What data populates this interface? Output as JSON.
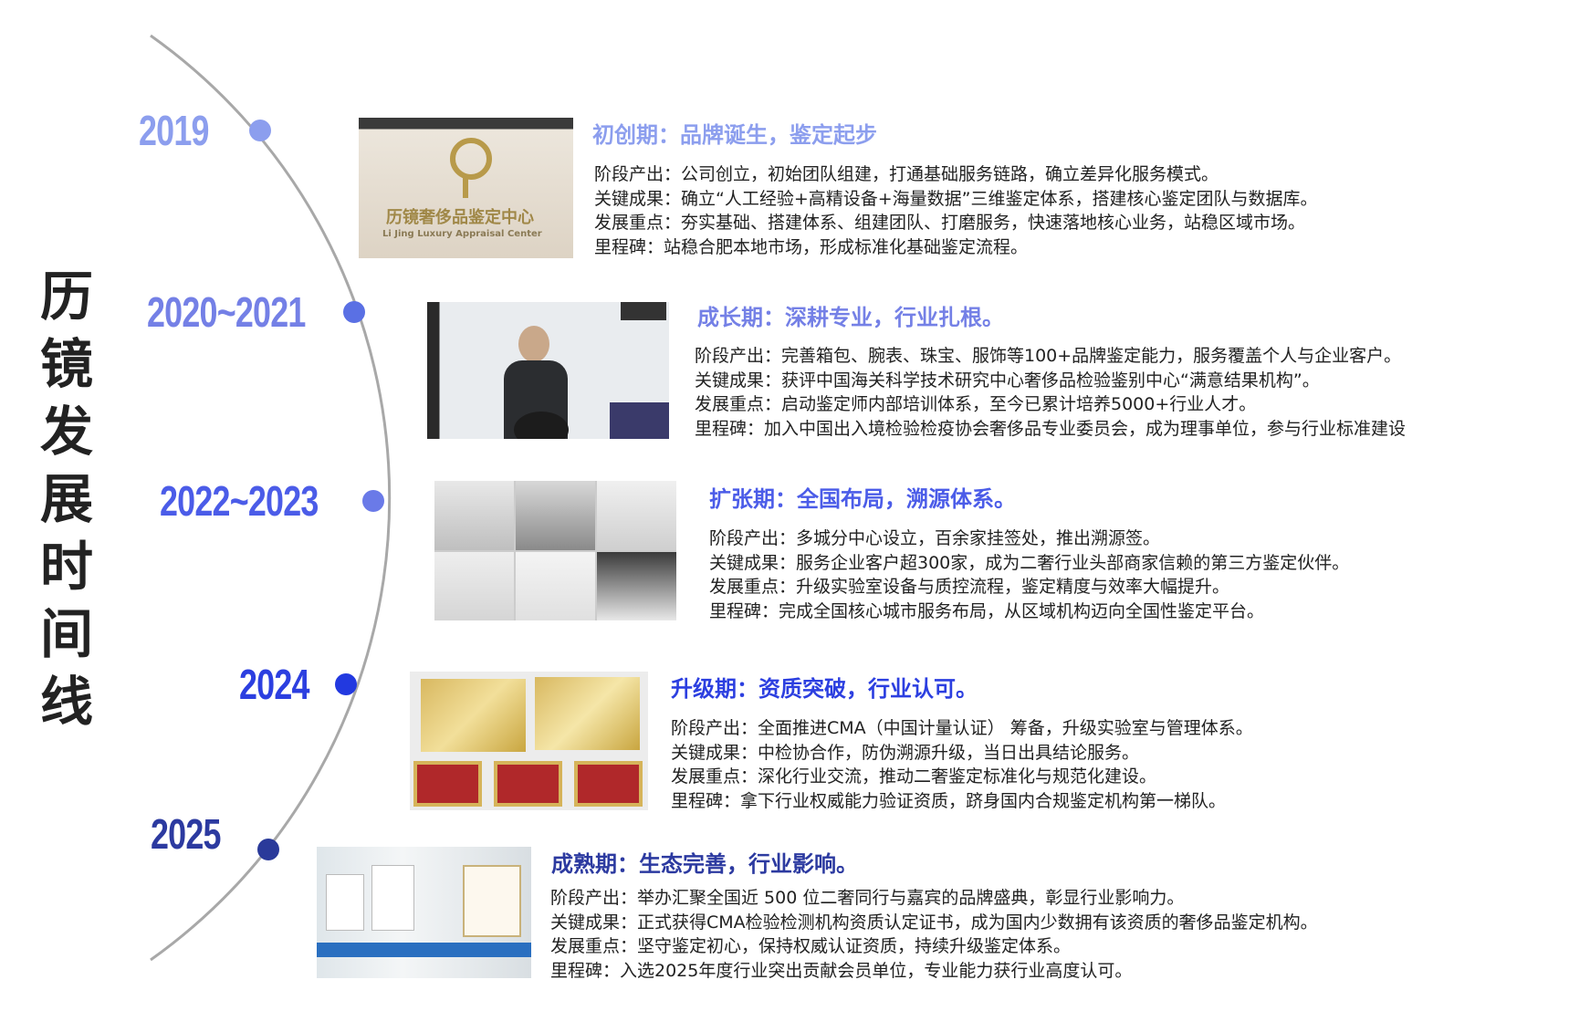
{
  "title": "历镜发展时间线",
  "title_chars": [
    "历",
    "镜",
    "发",
    "展",
    "时",
    "间",
    "线"
  ],
  "colors": {
    "y2019": "#8c9eee",
    "y2020": "#7480e6",
    "y2022": "#4b5ce8",
    "y2024": "#2c3fe0",
    "y2025": "#2c3aa0"
  },
  "stages": [
    {
      "year": "2019",
      "heading": "初创期：品牌诞生，鉴定起步",
      "photo_sign": "历镜奢侈品鉴定中心",
      "photo_sign_en": "Li Jing Luxury Appraisal Center",
      "lines": [
        "阶段产出：公司创立，初始团队组建，打通基础服务链路，确立差异化服务模式。",
        "关键成果：确立“人工经验+高精设备+海量数据”三维鉴定体系，搭建核心鉴定团队与数据库。",
        "发展重点：夯实基础、搭建体系、组建团队、打磨服务，快速落地核心业务，站稳区域市场。",
        "里程碑：站稳合肥本地市场，形成标准化基础鉴定流程。"
      ]
    },
    {
      "year": "2020~2021",
      "heading": "成长期：深耕专业，行业扎根。",
      "lines": [
        "阶段产出：完善箱包、腕表、珠宝、服饰等100+品牌鉴定能力，服务覆盖个人与企业客户。",
        "关键成果：获评中国海关科学技术研究中心奢侈品检验鉴别中心“满意结果机构”。",
        "发展重点：启动鉴定师内部培训体系，至今已累计培养5000+行业人才。",
        "里程碑：加入中国出入境检验检疫协会奢侈品专业委员会，成为理事单位，参与行业标准建设"
      ]
    },
    {
      "year": "2022~2023",
      "heading": "扩张期：全国布局，溯源体系。",
      "lines": [
        "阶段产出：多城分中心设立，百余家挂签处，推出溯源签。",
        "关键成果：服务企业客户超300家，成为二奢行业头部商家信赖的第三方鉴定伙伴。",
        "发展重点：升级实验室设备与质控流程，鉴定精度与效率大幅提升。",
        "里程碑：完成全国核心城市服务布局，从区域机构迈向全国性鉴定平台。"
      ]
    },
    {
      "year": "2024",
      "heading": "升级期：资质突破，行业认可。",
      "lines": [
        "阶段产出：全面推进CMA（中国计量认证） 筹备，升级实验室与管理体系。",
        "关键成果：中检协合作，防伪溯源升级，当日出具结论服务。",
        "发展重点：深化行业交流，推动二奢鉴定标准化与规范化建设。",
        "里程碑：拿下行业权威能力验证资质，跻身国内合规鉴定机构第一梯队。"
      ]
    },
    {
      "year": "2025",
      "heading": "成熟期：生态完善，行业影响。",
      "lines": [
        "阶段产出：举办汇聚全国近 500 位二奢同行与嘉宾的品牌盛典，彰显行业影响力。",
        "关键成果：正式获得CMA检验检测机构资质认定证书，成为国内少数拥有该资质的奢侈品鉴定机构。",
        "发展重点：坚守鉴定初心，保持权威认证资质，持续升级鉴定体系。",
        "里程碑：入选2025年度行业突出贡献会员单位，专业能力获行业高度认可。"
      ]
    }
  ]
}
